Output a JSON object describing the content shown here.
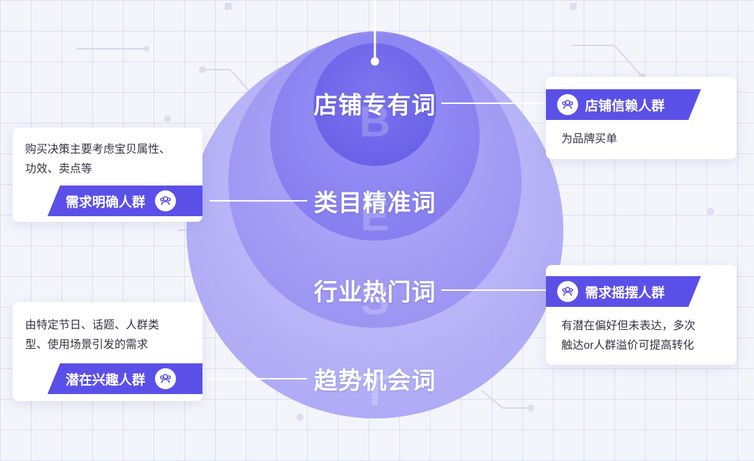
{
  "circles": [
    {
      "key": "store",
      "label": "店铺专有词",
      "letter": "B"
    },
    {
      "key": "category",
      "label": "类目精准词",
      "letter": "E"
    },
    {
      "key": "industry",
      "label": "行业热门词",
      "letter": "S"
    },
    {
      "key": "trend",
      "label": "趋势机会词",
      "letter": "T"
    }
  ],
  "cards": {
    "store_trust": {
      "tag": "店铺信赖人群",
      "desc": [
        "为品牌买单"
      ]
    },
    "clear_demand": {
      "tag": "需求明确人群",
      "desc": [
        "购买决策主要考虑宝贝属性、",
        "功效、卖点等"
      ]
    },
    "swing_demand": {
      "tag": "需求摇摆人群",
      "desc": [
        "有潜在偏好但未表达，多次",
        "触达or人群溢价可提高转化"
      ]
    },
    "potential_interest": {
      "tag": "潜在兴趣人群",
      "desc": [
        "由特定节日、话题、人群类",
        "型、使用场景引发的需求"
      ]
    }
  },
  "icons": {
    "people": "people-group-icon"
  },
  "colors": {
    "accent": "#5a50e8",
    "circle_outer": "#aaa6f7",
    "circle_inner": "#6f66ea"
  }
}
